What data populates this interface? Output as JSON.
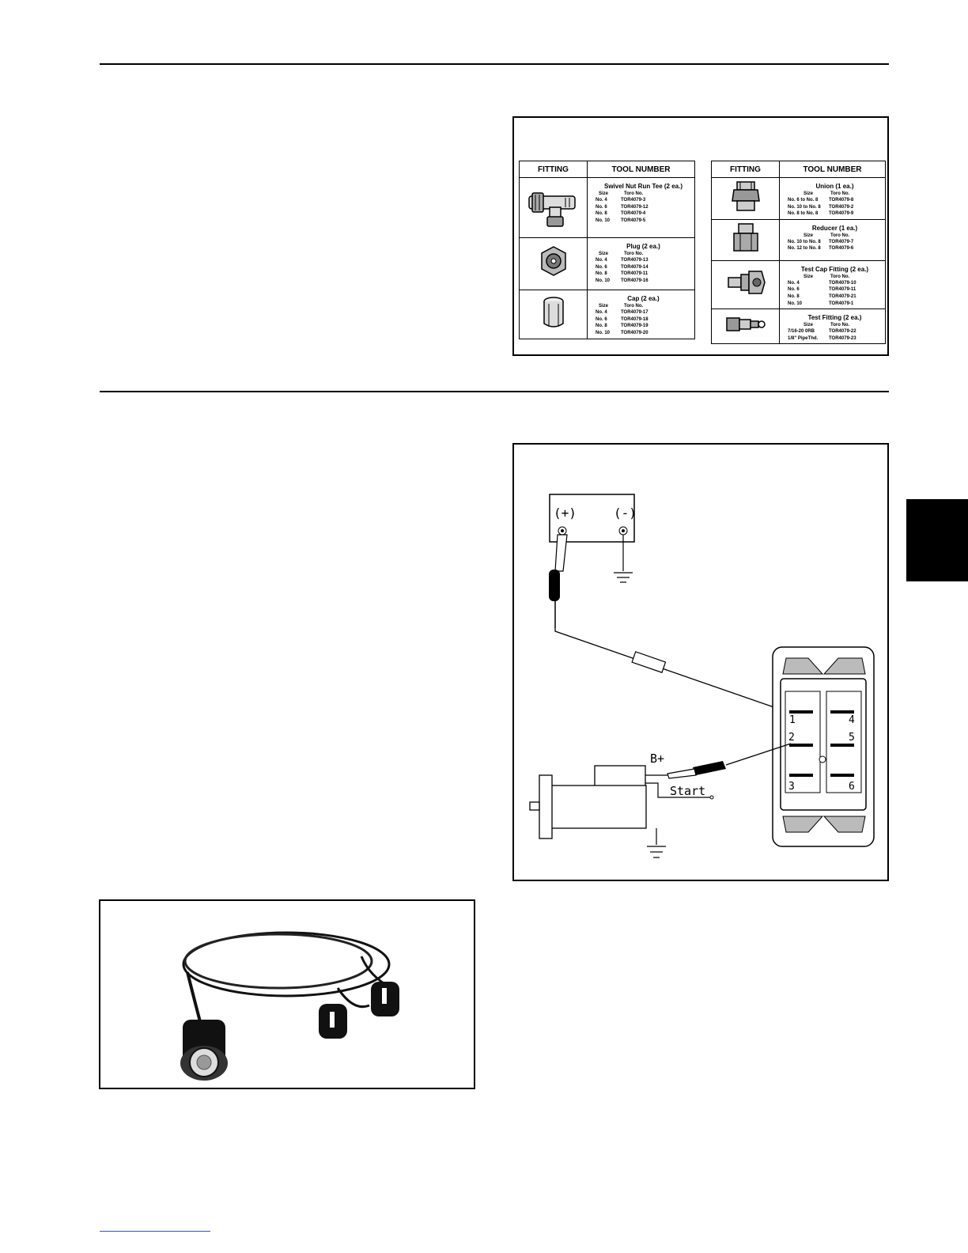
{
  "fittings_figure": {
    "left_table": {
      "header_fitting": "FITTING",
      "header_tool_number": "TOOL NUMBER",
      "rows": [
        {
          "icon": "tee-fitting-icon",
          "title": "Swivel Nut Run Tee (2 ea.)",
          "col_size": "Size",
          "col_toro": "Toro  No.",
          "items": [
            {
              "size": "No. 4",
              "toro": "TOR4079-3"
            },
            {
              "size": "No. 6",
              "toro": "TOR4079-12"
            },
            {
              "size": "No. 8",
              "toro": "TOR4079-4"
            },
            {
              "size": "No. 10",
              "toro": "TOR4079-5"
            }
          ]
        },
        {
          "icon": "plug-fitting-icon",
          "title": "Plug (2 ea.)",
          "col_size": "Size",
          "col_toro": "Toro  No.",
          "items": [
            {
              "size": "No. 4",
              "toro": "TOR4079-13"
            },
            {
              "size": "No. 6",
              "toro": "TOR4079-14"
            },
            {
              "size": "No. 8",
              "toro": "TOR4079-11"
            },
            {
              "size": "No. 10",
              "toro": "TOR4079-16"
            }
          ]
        },
        {
          "icon": "cap-fitting-icon",
          "title": "Cap (2 ea.)",
          "col_size": "Size",
          "col_toro": "Toro  No.",
          "items": [
            {
              "size": "No. 4",
              "toro": "TOR4079-17"
            },
            {
              "size": "No. 6",
              "toro": "TOR4079-18"
            },
            {
              "size": "No. 8",
              "toro": "TOR4079-19"
            },
            {
              "size": "No. 10",
              "toro": "TOR4079-20"
            }
          ]
        }
      ]
    },
    "right_table": {
      "header_fitting": "FITTING",
      "header_tool_number": "TOOL NUMBER",
      "rows": [
        {
          "icon": "union-fitting-icon",
          "title": "Union (1 ea.)",
          "col_size": "Size",
          "col_toro": "Toro  No.",
          "items": [
            {
              "size": "No. 6 to No. 8",
              "toro": "TOR4079-8"
            },
            {
              "size": "No. 10 to No. 8",
              "toro": "TOR4079-2"
            },
            {
              "size": "No. 8 to No. 8",
              "toro": "TOR4079-9"
            }
          ]
        },
        {
          "icon": "reducer-fitting-icon",
          "title": "Reducer (1 ea.)",
          "col_size": "Size",
          "col_toro": "Toro  No.",
          "items": [
            {
              "size": "No. 10 to No. 8",
              "toro": "TOR4079-7"
            },
            {
              "size": "No. 12 to No. 8",
              "toro": "TOR4079-6"
            }
          ]
        },
        {
          "icon": "test-cap-fitting-icon",
          "title": "Test Cap Fitting (2 ea.)",
          "col_size": "Size",
          "col_toro": "Toro  No.",
          "items": [
            {
              "size": "No. 4",
              "toro": "TOR4079-10"
            },
            {
              "size": "No. 6",
              "toro": "TOR4079-11"
            },
            {
              "size": "No. 8",
              "toro": "TOR4079-21"
            },
            {
              "size": "No. 10",
              "toro": "TOR4079-1"
            }
          ]
        },
        {
          "icon": "test-fitting-icon",
          "title": "Test Fitting (2 ea.)",
          "col_size": "Size",
          "col_toro": "Toro  No.",
          "items": [
            {
              "size": "7/16-20 0RB",
              "toro": "TOR4079-22"
            },
            {
              "size": "1/8\" PipeThd.",
              "toro": "TOR4079-23"
            }
          ]
        }
      ]
    }
  },
  "wiring_diagram": {
    "battery_positive": "(+)",
    "battery_negative": "(-)",
    "terminal_b_plus": "B+",
    "terminal_start": "Start",
    "switch_pins": [
      "1",
      "2",
      "3",
      "4",
      "5",
      "6"
    ]
  },
  "photo_figure": {
    "subject": "remote-starter-switch-cable-photo"
  },
  "colors": {
    "ink": "#000000",
    "paper": "#ffffff",
    "link": "#3355cc"
  }
}
